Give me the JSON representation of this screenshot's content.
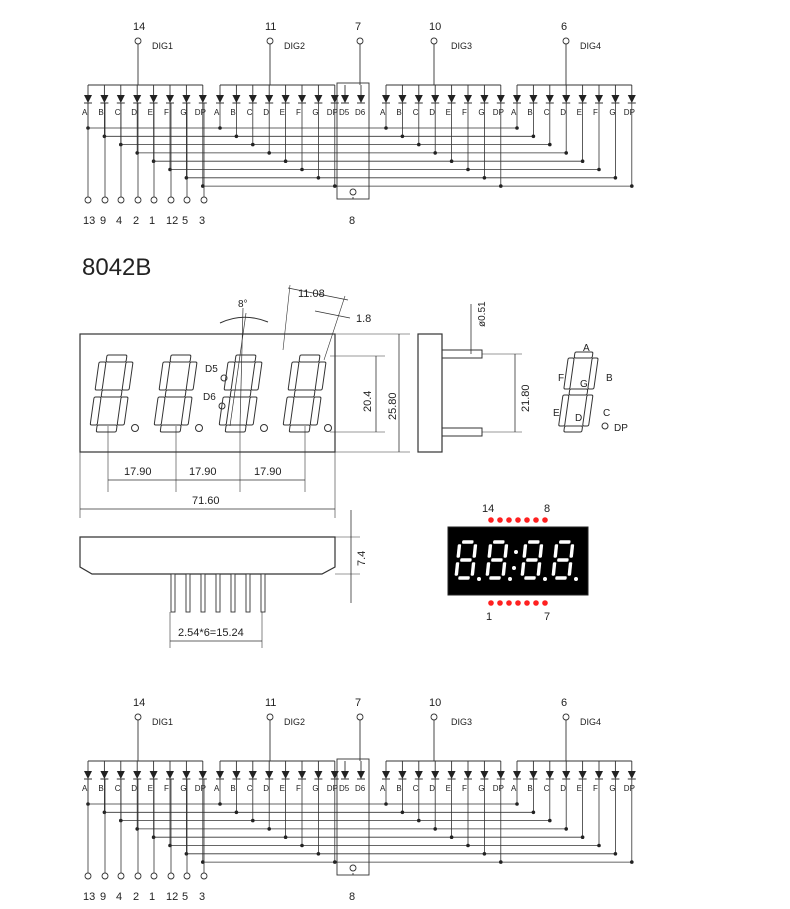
{
  "model": "8042B",
  "schematics": [
    {
      "common_pins": [
        {
          "digit": "DIG1",
          "pin": "14"
        },
        {
          "digit": "DIG2",
          "pin": "11"
        },
        {
          "digit": "",
          "pin": "7"
        },
        {
          "digit": "DIG3",
          "pin": "10"
        },
        {
          "digit": "DIG4",
          "pin": "6"
        }
      ],
      "segment_labels": [
        "A",
        "B",
        "C",
        "D",
        "E",
        "F",
        "G",
        "DP"
      ],
      "colon_labels": [
        "D5",
        "D6"
      ],
      "bottom_pins": [
        "13",
        "9",
        "4",
        "2",
        "1",
        "12",
        "5",
        "3"
      ],
      "colon_bottom_pin": "8"
    },
    {
      "common_pins": [
        {
          "digit": "DIG1",
          "pin": "14"
        },
        {
          "digit": "DIG2",
          "pin": "11"
        },
        {
          "digit": "",
          "pin": "7"
        },
        {
          "digit": "DIG3",
          "pin": "10"
        },
        {
          "digit": "DIG4",
          "pin": "6"
        }
      ],
      "segment_labels": [
        "A",
        "B",
        "C",
        "D",
        "E",
        "F",
        "G",
        "DP"
      ],
      "colon_labels": [
        "D5",
        "D6"
      ],
      "bottom_pins": [
        "13",
        "9",
        "4",
        "2",
        "1",
        "12",
        "5",
        "3"
      ],
      "colon_bottom_pin": "8"
    }
  ],
  "front_view": {
    "angle": "8°",
    "width_top": "11.08",
    "segment_width": "1.8",
    "digit_height": "20.4",
    "height": "25.80",
    "pitches": [
      "17.90",
      "17.90",
      "17.90"
    ],
    "total_width": "71.60",
    "colon_labels": [
      "D5",
      "D6"
    ]
  },
  "side_view": {
    "pin_diameter": "ø0.51",
    "pin_span": "21.80"
  },
  "bottom_view": {
    "depth": "7.4",
    "pin_pitch": "2.54*6=15.24"
  },
  "segment_legend": [
    "A",
    "B",
    "C",
    "D",
    "E",
    "F",
    "G",
    "DP"
  ],
  "photo": {
    "top_pins": [
      "14",
      "8"
    ],
    "bottom_pins": [
      "1",
      "7"
    ],
    "segment_color": "#ffffff",
    "body_color": "#000000",
    "pin_marker_color": "#ff2020"
  }
}
